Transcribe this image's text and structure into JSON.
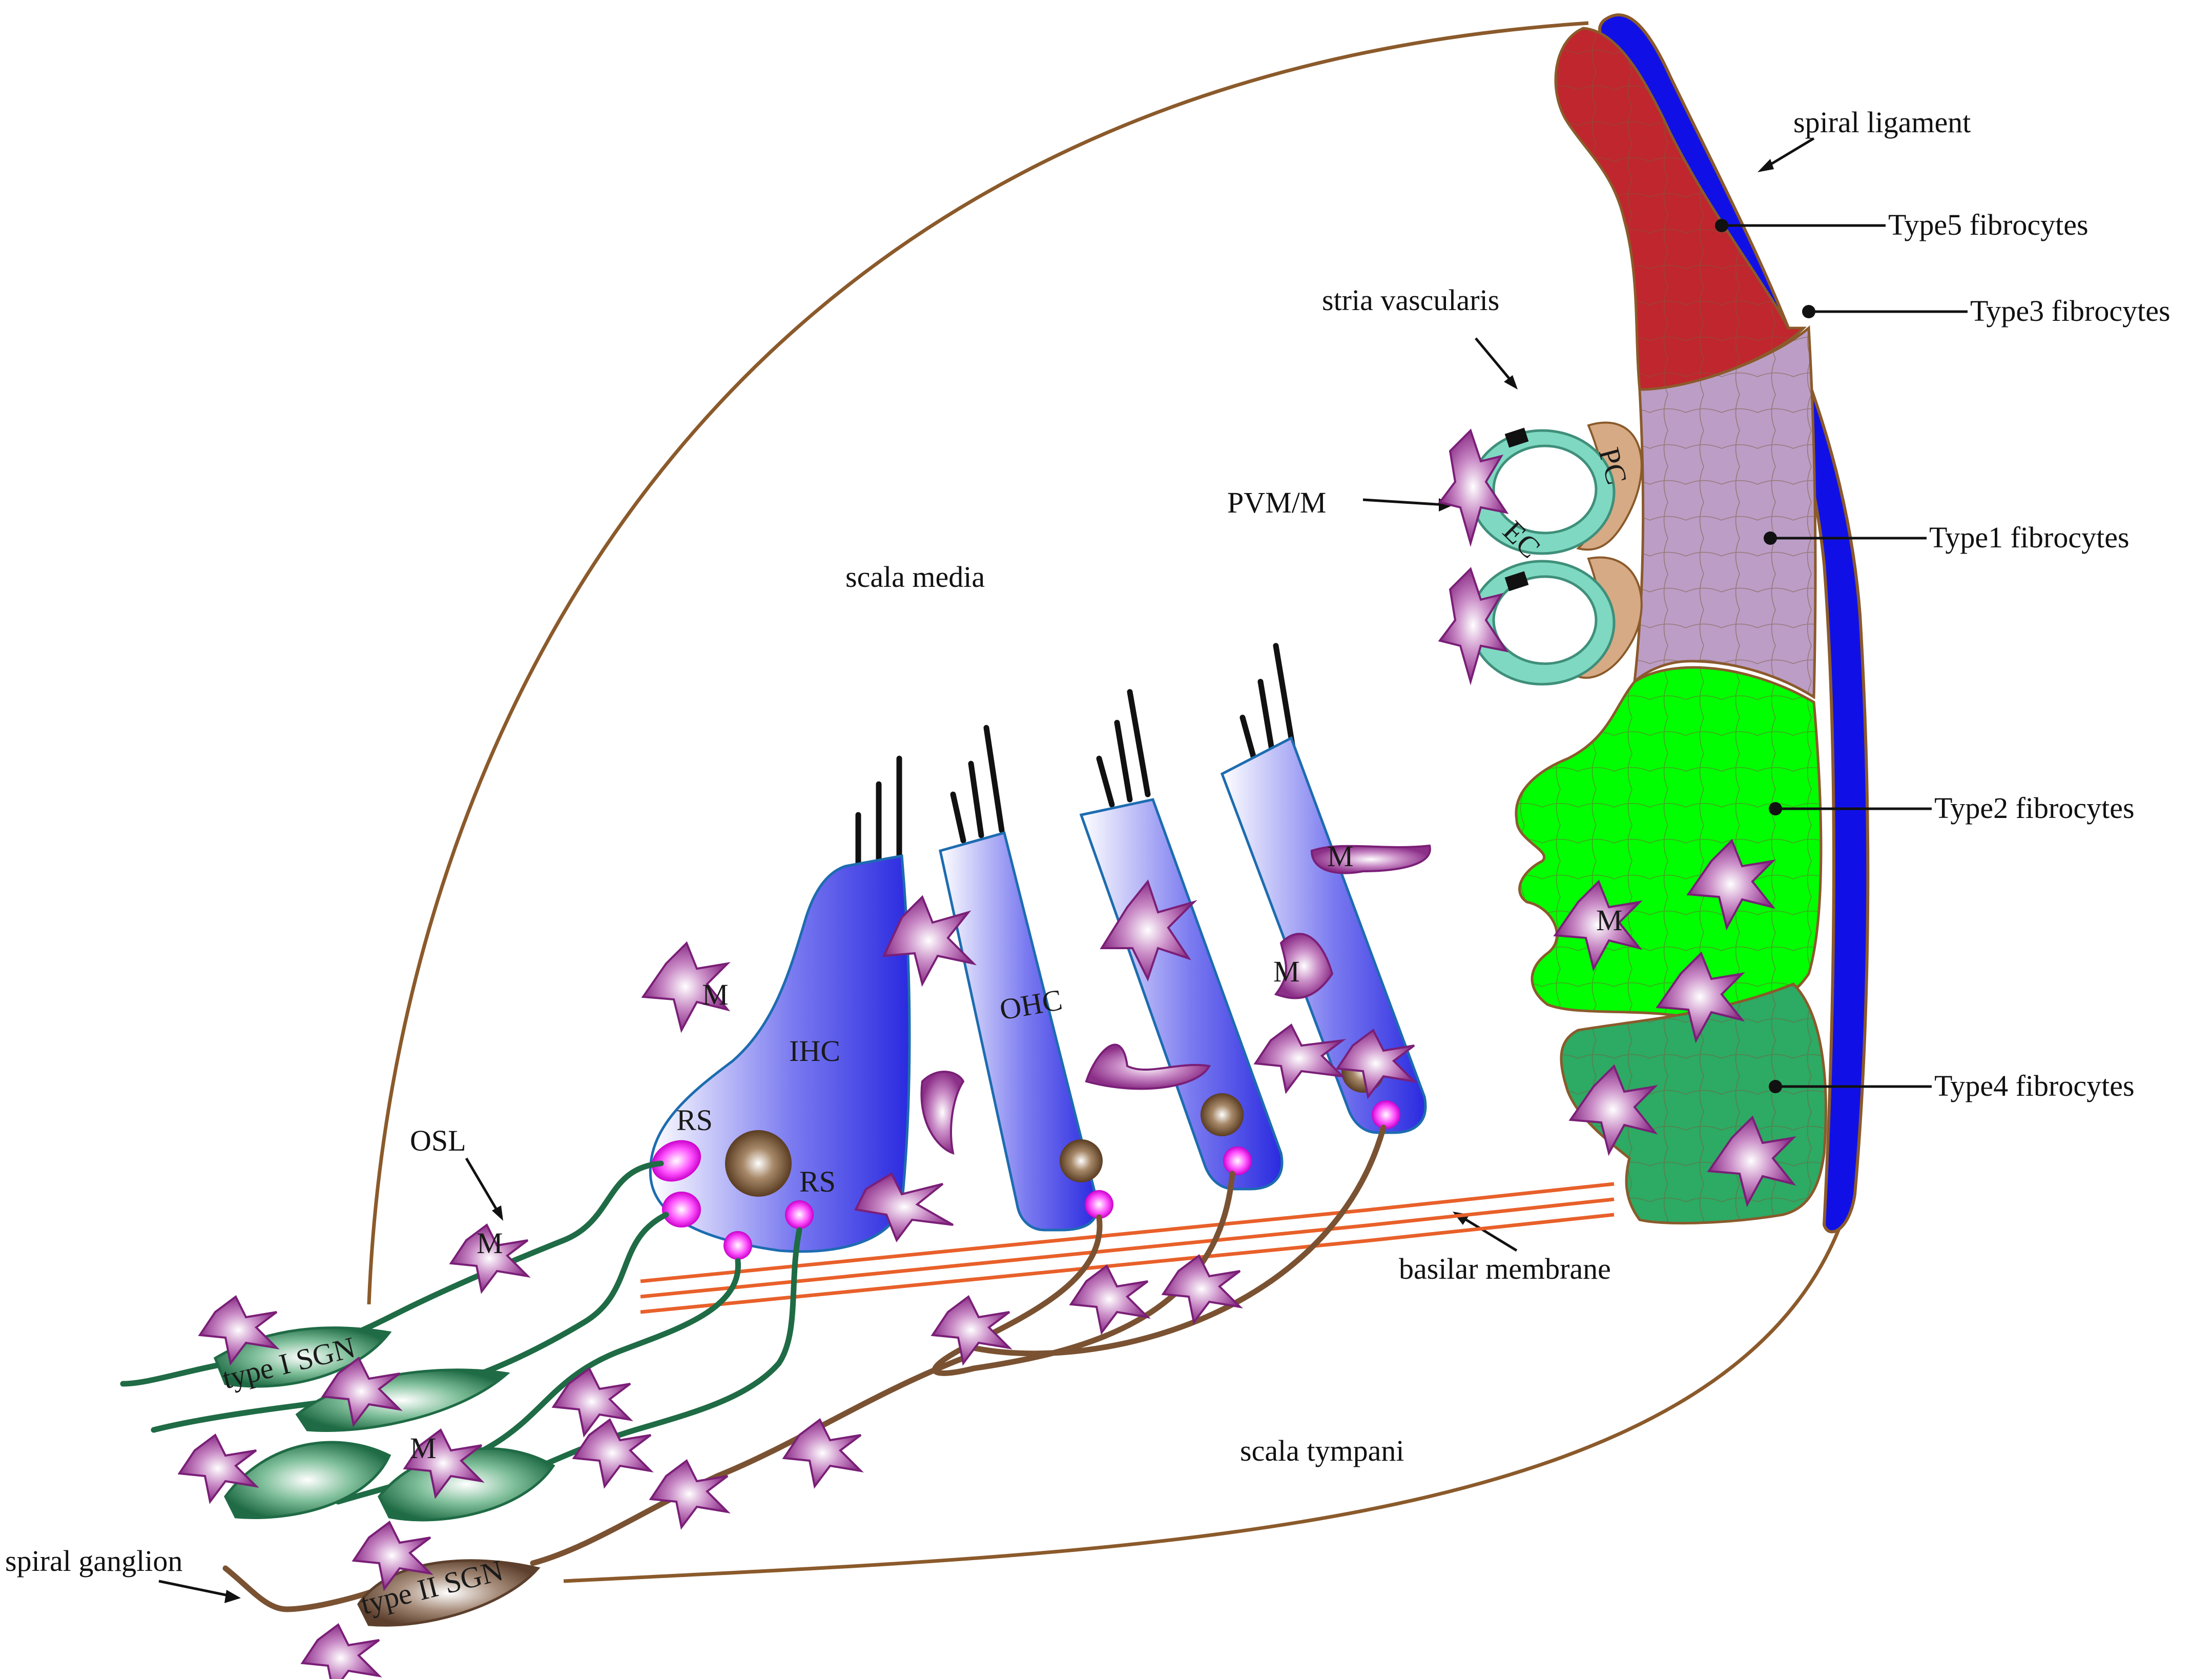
{
  "labels": {
    "spiral_ligament": "spiral ligament",
    "type5": "Type5 fibrocytes",
    "type3": "Type3 fibrocytes",
    "type1": "Type1 fibrocytes",
    "type2": "Type2 fibrocytes",
    "type4": "Type4 fibrocytes",
    "stria_vascularis": "stria vascularis",
    "pvm_m": "PVM/M",
    "pc": "PC",
    "ec": "EC",
    "scala_media": "scala media",
    "scala_tympani": "scala tympani",
    "basilar_membrane": "basilar membrane",
    "ihc": "IHC",
    "ohc": "OHC",
    "rs": "RS",
    "m": "M",
    "osl": "OSL",
    "spiral_ganglion": "spiral ganglion",
    "type1_sgn": "type I SGN",
    "type2_sgn": "type II SGN"
  },
  "colors": {
    "duct_outline": "#8b5a2b",
    "ligament_blue": "#1010e6",
    "type5_red": "#c0262d",
    "type1_lilac": "#bb9dc6",
    "type2_green": "#00ff00",
    "type4_green": "#2daa64",
    "hair_cell_blue": "#3a3ae8",
    "macrophage": "#9b3c97",
    "endothelial": "#7fd9c2",
    "pericyte": "#d6aa84",
    "synapse_pink": "#ff33ff",
    "nucleus_brown": "#6b4a2e",
    "type1_sgn_green": "#1f7a4d",
    "type2_sgn_brown": "#7a5a45",
    "basilar_orange": "#e8602a"
  }
}
